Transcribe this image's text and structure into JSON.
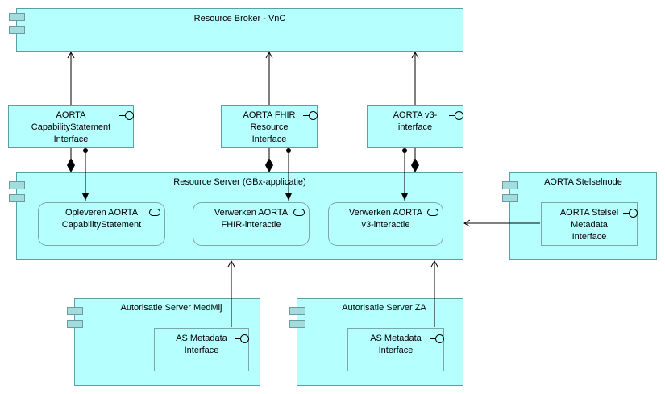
{
  "nodes": {
    "resource_broker": "Resource Broker - VnC",
    "aorta_capability": "AORTA\nCapabilityStatement\nInterface",
    "aorta_fhir": "AORTA FHIR\nResource\nInterface",
    "aorta_v3": "AORTA v3-\ninterface",
    "resource_server": "Resource Server (GBx-applicatie)",
    "opleveren": "Opleveren AORTA\nCapabilityStatement",
    "verwerken_fhir": "Verwerken AORTA\nFHIR-interactie",
    "verwerken_v3": "Verwerken AORTA\nv3-interactie",
    "stelselnode": "AORTA Stelselnode",
    "stelsel_metadata": "AORTA Stelsel\nMetadata\nInterface",
    "as_medmij": "Autorisatie Server MedMij",
    "as_medmij_metadata": "AS Metadata\nInterface",
    "as_za": "Autorisatie Server ZA",
    "as_za_metadata": "AS Metadata\nInterface"
  },
  "colors": {
    "fill": "#b5ffff",
    "border": "#5d9ea2",
    "component_icon": "#a3dcdc",
    "line": "#000000"
  },
  "relationships": [
    {
      "type": "serving",
      "from": "aorta_capability",
      "to": "resource_broker"
    },
    {
      "type": "serving",
      "from": "aorta_fhir",
      "to": "resource_broker"
    },
    {
      "type": "serving",
      "from": "aorta_v3",
      "to": "resource_broker"
    },
    {
      "type": "composition",
      "from": "resource_server",
      "to": "aorta_capability"
    },
    {
      "type": "composition",
      "from": "resource_server",
      "to": "aorta_fhir"
    },
    {
      "type": "composition",
      "from": "resource_server",
      "to": "aorta_v3"
    },
    {
      "type": "assignment",
      "from": "aorta_capability",
      "to": "opleveren"
    },
    {
      "type": "assignment",
      "from": "aorta_fhir",
      "to": "verwerken_fhir"
    },
    {
      "type": "assignment",
      "from": "aorta_v3",
      "to": "verwerken_v3"
    },
    {
      "type": "serving",
      "from": "stelsel_metadata",
      "to": "resource_server"
    },
    {
      "type": "serving",
      "from": "as_medmij_metadata",
      "to": "resource_server"
    },
    {
      "type": "serving",
      "from": "as_za_metadata",
      "to": "resource_server"
    }
  ]
}
